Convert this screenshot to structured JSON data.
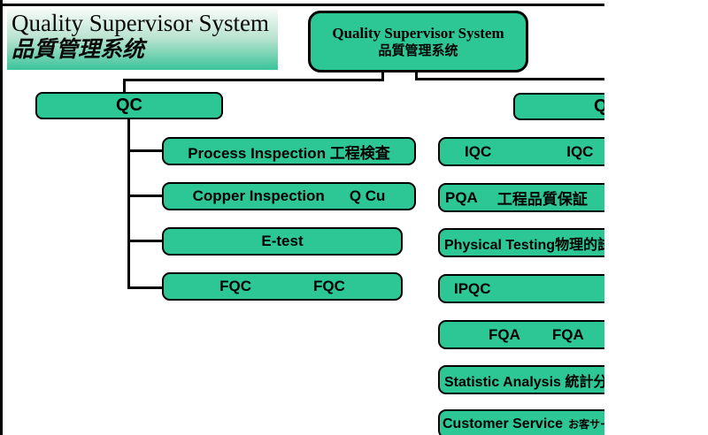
{
  "header": {
    "title_en": "Quality Supervisor System",
    "title_ja": "品質管理系统"
  },
  "root": {
    "title_en": "Quality Supervisor System",
    "title_ja": "品質管理系统"
  },
  "qc": {
    "label": "QC",
    "children": [
      {
        "label": "Process Inspection 工程検査"
      },
      {
        "label_left": "Copper Inspection",
        "label_right": "Q Cu"
      },
      {
        "label": "E-test"
      },
      {
        "label_left": "FQC",
        "label_right": "FQC"
      }
    ]
  },
  "qa": {
    "label": "QA",
    "children": [
      {
        "label_left": "IQC",
        "label_right": "IQC"
      },
      {
        "label_left": "PQA",
        "label_right": "工程品質保証"
      },
      {
        "label": "Physical Testing物理的試験"
      },
      {
        "label": "IPQC"
      },
      {
        "label_left": "FQA",
        "label_right": "FQA"
      },
      {
        "label": "Statistic Analysis 統計分析"
      },
      {
        "label_en": "Customer Service",
        "label_ja": "お客サービス"
      }
    ]
  },
  "colors": {
    "node_fill": "#2dc795",
    "node_border": "#000000",
    "header_gradient_bottom": "#3cc49a",
    "background": "#ffffff",
    "connector": "#000000"
  }
}
